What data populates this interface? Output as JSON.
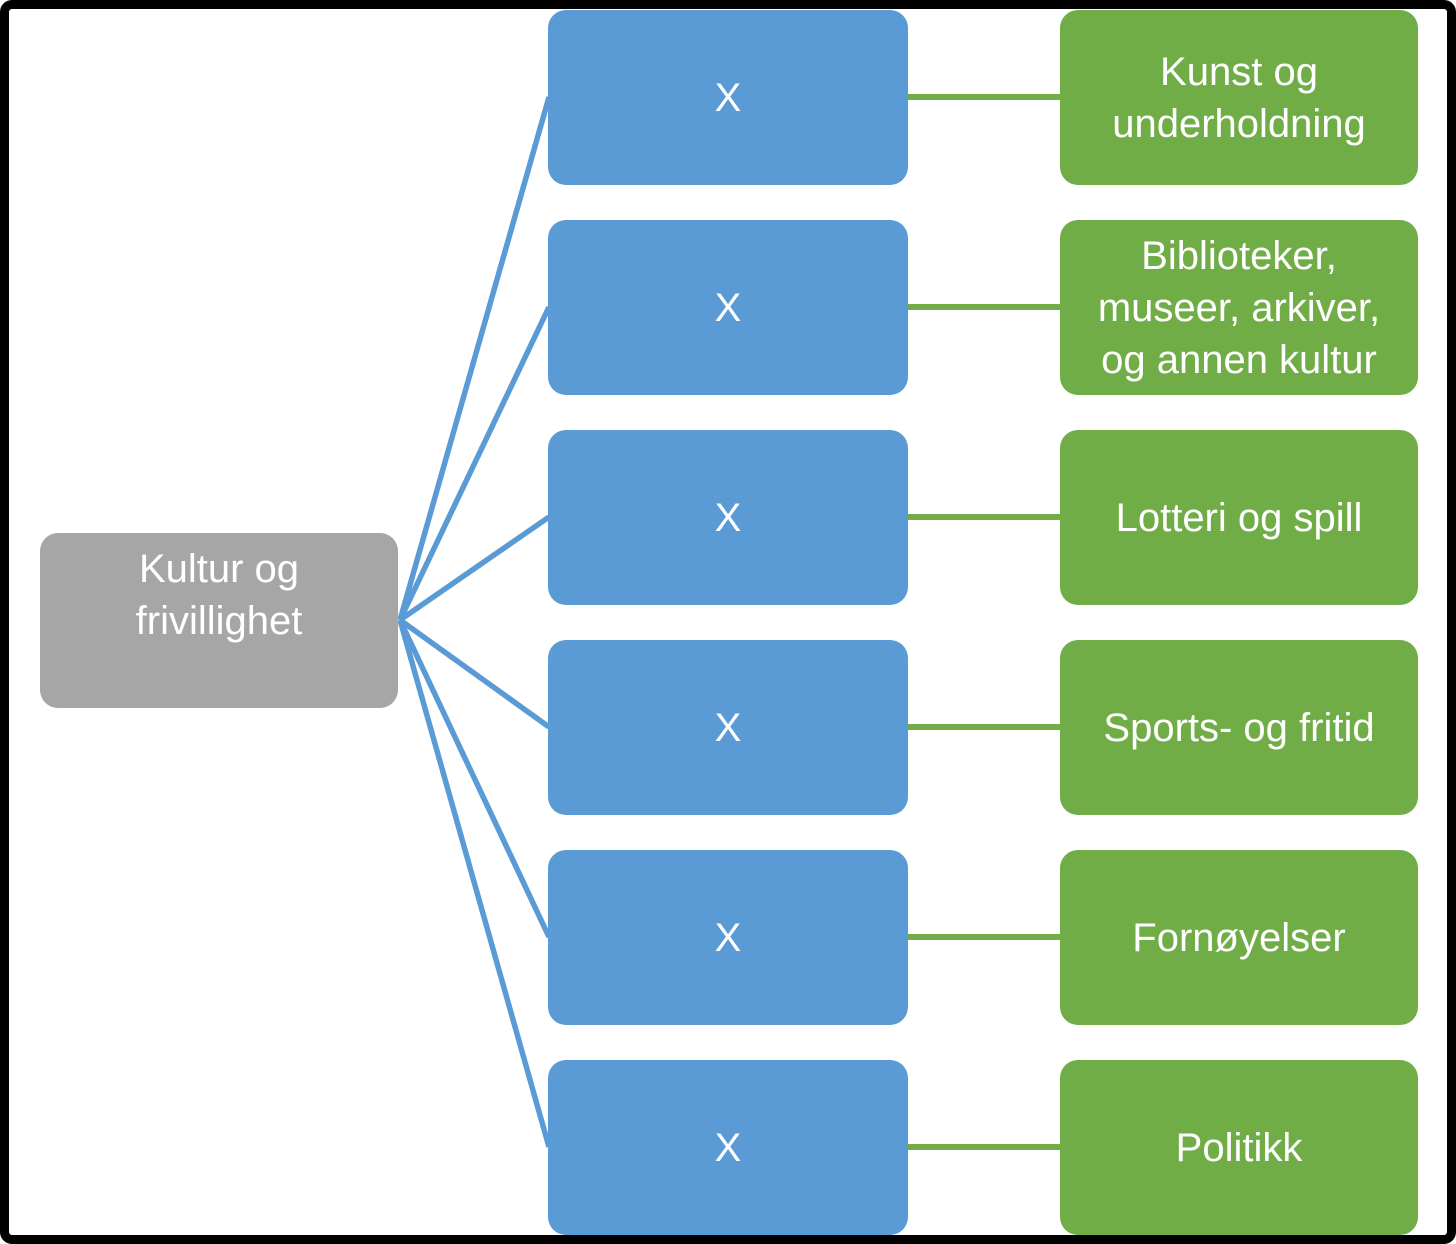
{
  "diagram": {
    "root_label": "Kultur og frivillighet",
    "rows": [
      {
        "mid": "X",
        "leaf": "Kunst og underholdning"
      },
      {
        "mid": "X",
        "leaf": "Biblioteker, museer, arkiver, og annen kultur"
      },
      {
        "mid": "X",
        "leaf": "Lotteri og spill"
      },
      {
        "mid": "X",
        "leaf": "Sports- og fritid"
      },
      {
        "mid": "X",
        "leaf": "Fornøyelser"
      },
      {
        "mid": "X",
        "leaf": "Politikk"
      }
    ],
    "colors": {
      "root_fill": "#a6a6a6",
      "mid_fill": "#5b9bd5",
      "leaf_fill": "#70ad47",
      "connector_blue": "#5b9bd5",
      "connector_green": "#70ad47",
      "text": "#ffffff",
      "outer_border": "#000000",
      "background": "#ffffff"
    }
  }
}
